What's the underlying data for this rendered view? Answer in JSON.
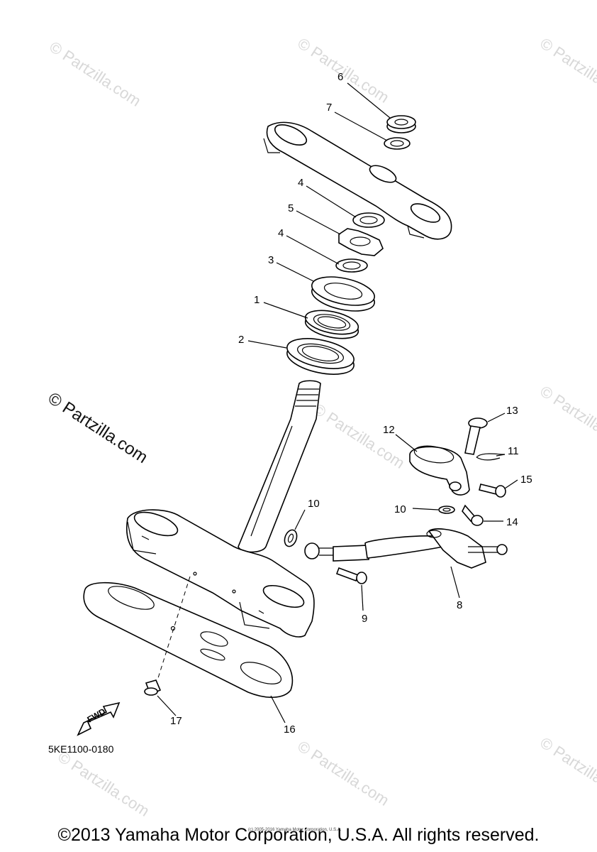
{
  "watermark": {
    "text": "© Partzilla.com",
    "main_text": "© Partzilla.com"
  },
  "callouts": {
    "c1": "1",
    "c2": "2",
    "c3": "3",
    "c4a": "4",
    "c4b": "4",
    "c5": "5",
    "c6": "6",
    "c7": "7",
    "c8": "8",
    "c9": "9",
    "c10a": "10",
    "c10b": "10",
    "c11": "11",
    "c12": "12",
    "c13": "13",
    "c14": "14",
    "c15": "15",
    "c16": "16",
    "c17": "17"
  },
  "fwd_label": "FWD",
  "diagram_code": "5KE1100-0180",
  "small_copyright": "(c) 2005-2016 Yamaha Motor Corporation, U.S.A.",
  "footer_copyright": "©2013 Yamaha Motor Corporation, U.S.A. All rights reserved."
}
